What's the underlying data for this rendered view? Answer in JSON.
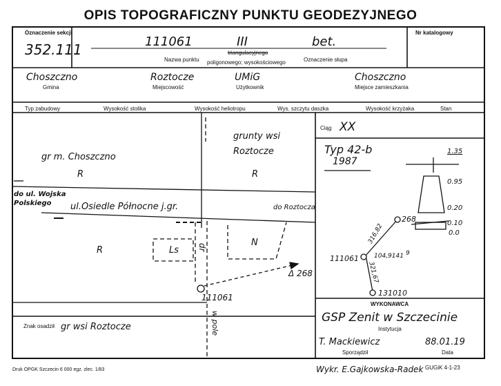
{
  "title": "OPIS TOPOGRAFICZNY PUNKTU GEODEZYJNEGO",
  "header": {
    "section_label": "Oznaczenie sekcji",
    "section_value": "352.111",
    "point_number": "111061",
    "point_class": "III",
    "pillar_value": "bet.",
    "catalog_label": "Nr katalogowy",
    "point_name_label": "Nazwa punktu",
    "network_label": "triangulacyjnego",
    "network_label_2": "poligonowego; wysokościowego",
    "pillar_label": "Oznaczenie słupa"
  },
  "location": {
    "gmina_value": "Choszczno",
    "gmina_label": "Gmina",
    "miejscowosc_value": "Roztocze",
    "miejscowosc_label": "Miejscowość",
    "uzytkownik_value": "UMiG",
    "uzytkownik_label": "Użytkownik",
    "zamieszkania_value": "Choszczno",
    "zamieszkania_label": "Miejsce zamieszkania"
  },
  "columns": [
    "Typ zabudowy",
    "Wysokość stolika",
    "Wysokość heliotropu",
    "Wys. szczytu daszka",
    "Wysokość krzyżaka",
    "Stan"
  ],
  "sketch": {
    "grunty": "grunty wsi",
    "roztocze_top": "Roztocze",
    "gm_choszczno": "gr m. Choszczno",
    "r_left_top": "R",
    "r_right_top": "R",
    "r_left_mid": "R",
    "dojsk_1": "do ul. Wojska",
    "dojsk_2": "Polskiego",
    "ul_osiedle": "ul.Osiedle Północne j.gr.",
    "do_roztocza": "do Roztocza",
    "ls": "Ls",
    "dr": "dr",
    "n": "N",
    "tri_268": "Δ 268",
    "point_111061": "111061",
    "w_pole": "w pole",
    "znak_label": "Znak osadził",
    "gr_wsi_roztocze": "gr wsi Roztocze"
  },
  "right_panel": {
    "ciag_label": "Ciąg",
    "ciag_value": "XX",
    "typ": "Typ 42-b",
    "year": "1987",
    "d135": "1.35",
    "d095": "0.95",
    "d020": "0.20",
    "d010": "0.10",
    "d00": "0.0",
    "pt_268": "268",
    "pt_111061": "111061",
    "pt_131010": "131010",
    "d1": "316,82",
    "d2": "104,9141",
    "d2_suffix": "9",
    "d3": "321,67",
    "wykonawca_label": "WYKONAWCA",
    "wykonawca_value": "GSP Zenit w Szczecinie",
    "instytucja_label": "Instytucja",
    "sporzadzil_value": "T. Mackiewicz",
    "sporzadzil_label": "Sporządził",
    "data_value": "88.01.19",
    "data_label": "Data"
  },
  "footer": {
    "druk": "Druk OPGK Szczecin 6 000 egz. zlec. 1/83",
    "wykr": "Wykr. E.Gajkowska-Radek",
    "gugik": "GUGiK 4-1-23"
  }
}
